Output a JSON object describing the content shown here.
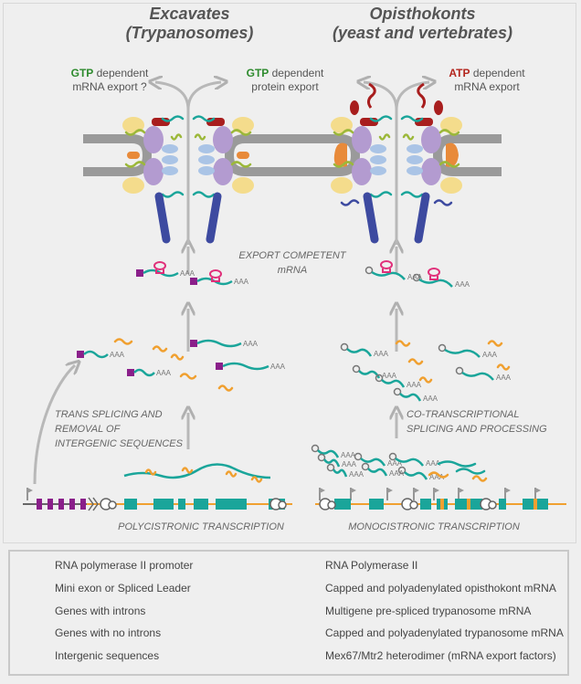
{
  "titles": {
    "left": [
      "Excavates",
      "(Trypanosomes)"
    ],
    "right": [
      "Opisthokonts",
      "(yeast and vertebrates)"
    ]
  },
  "arrows": {
    "left_nuc": "GTP",
    "left_rest1": " dependent",
    "left_rest2": "mRNA export ?",
    "middle_nuc": "GTP",
    "middle_rest1": " dependent",
    "middle_rest2": "protein export",
    "right_nuc": "ATP",
    "right_rest1": " dependent",
    "right_rest2": "mRNA export"
  },
  "colors": {
    "gtp": "#2e8b2e",
    "atp": "#b3261e",
    "teal": "#1aa59a",
    "orange": "#f0a030",
    "purple": "#8a1f8a",
    "magenta": "#e0307a",
    "nucleoporin_purple": "#b39bd0",
    "nucleoporin_yellow": "#f4dc8c",
    "nucleoporin_blue": "#aac4e6",
    "nucleoporin_red": "#a81e1e",
    "nucleoporin_navy": "#3d4aa0",
    "nucleoporin_green": "#9cb83a",
    "ran_orange": "#e88a3a",
    "membrane": "#9a9a9a"
  },
  "center_label": [
    "EXPORT COMPETENT",
    "mRNA"
  ],
  "steps": {
    "left": [
      "TRANS SPLICING AND",
      "REMOVAL OF",
      "INTERGENIC SEQUENCES"
    ],
    "right": [
      "CO-TRANSCRIPTIONAL",
      "SPLICING AND PROCESSING"
    ],
    "left_bottom": "POLYCISTRONIC TRANSCRIPTION",
    "right_bottom": "MONOCISTRONIC TRANSCRIPTION"
  },
  "polyA": "AAA",
  "legend": {
    "left": [
      {
        "icon": "promoter-flag-icon",
        "label": "RNA polymerase II promoter"
      },
      {
        "icon": "spliced-leader-icon",
        "label": "Mini exon or Spliced Leader"
      },
      {
        "icon": "gene-with-intron-icon",
        "label": "Genes with introns"
      },
      {
        "icon": "gene-no-intron-icon",
        "label": "Genes with no introns"
      },
      {
        "icon": "intergenic-line-icon",
        "label": "Intergenic sequences"
      }
    ],
    "right": [
      {
        "icon": "rna-polymerase-icon",
        "label": "RNA Polymerase II"
      },
      {
        "icon": "opisthokont-mrna-icon",
        "label": "Capped and polyadenylated opisthokont mRNA"
      },
      {
        "icon": "pre-spliced-mrna-icon",
        "label": "Multigene pre-spliced trypanosome mRNA"
      },
      {
        "icon": "trypanosome-mrna-icon",
        "label": "Capped and polyadenylated trypanosome mRNA"
      },
      {
        "icon": "mex67-icon",
        "label": "Mex67/Mtr2 heterodimer (mRNA export factors)"
      }
    ]
  }
}
